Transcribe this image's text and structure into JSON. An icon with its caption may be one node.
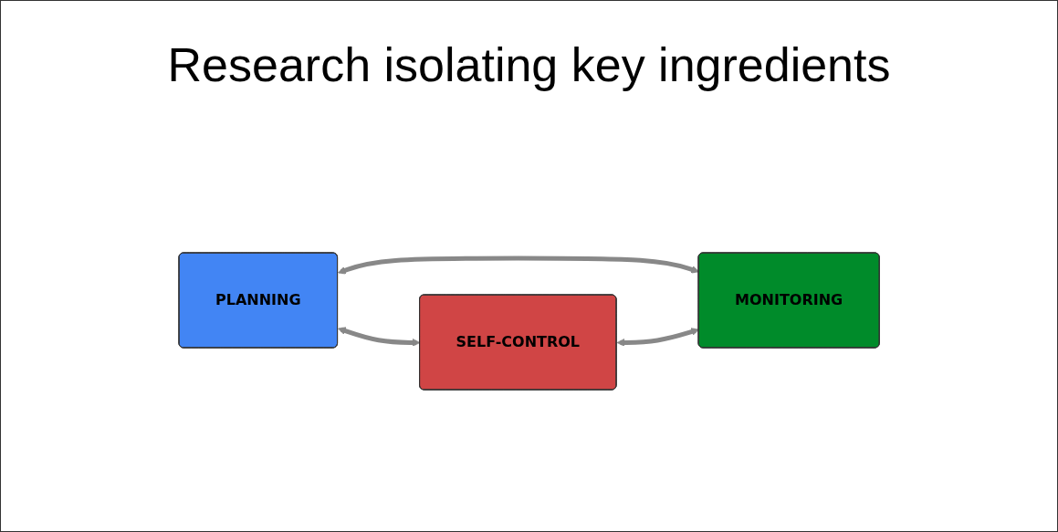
{
  "diagram": {
    "title": "Research isolating key ingredients",
    "nodes": [
      {
        "text": [
          "PLANNING"
        ]
      },
      {
        "text": [
          "SELF-CONTROL"
        ]
      },
      {
        "text": [
          "MONITORING"
        ]
      }
    ],
    "edges": [
      {
        "from": 0,
        "to": 1,
        "arrow": "both"
      },
      {
        "from": 0,
        "to": 2,
        "arrow": "both"
      },
      {
        "from": 1,
        "to": 2,
        "arrow": "both"
      }
    ]
  }
}
